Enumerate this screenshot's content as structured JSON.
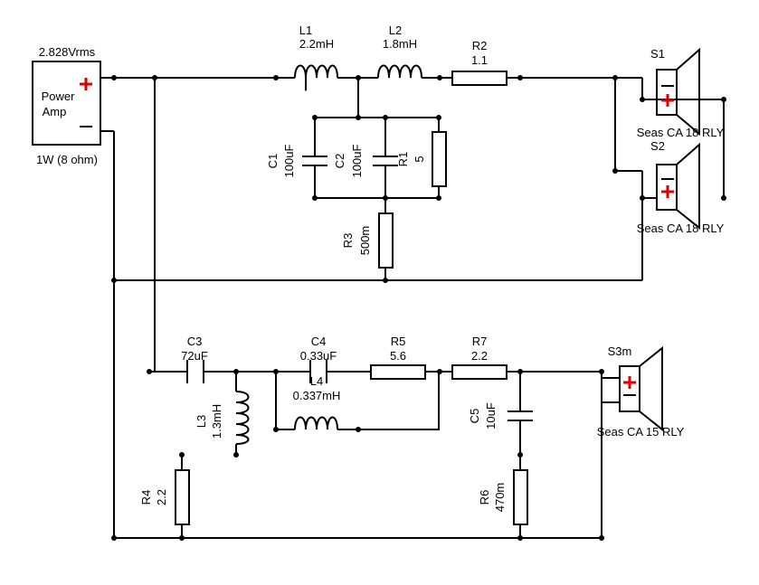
{
  "amp": {
    "voltage": "2.828Vrms",
    "name_line1": "Power",
    "name_line2": "Amp",
    "rating": "1W (8 ohm)"
  },
  "components": {
    "L1": {
      "ref": "L1",
      "value": "2.2mH"
    },
    "L2": {
      "ref": "L2",
      "value": "1.8mH"
    },
    "R2": {
      "ref": "R2",
      "value": "1.1"
    },
    "C1": {
      "ref": "C1",
      "value": "100uF"
    },
    "C2": {
      "ref": "C2",
      "value": "100uF"
    },
    "R1": {
      "ref": "R1",
      "value": "5"
    },
    "R3": {
      "ref": "R3",
      "value": "500m"
    },
    "C3": {
      "ref": "C3",
      "value": "72uF"
    },
    "L3": {
      "ref": "L3",
      "value": "1.3mH"
    },
    "C4": {
      "ref": "C4",
      "value": "0.33uF"
    },
    "L4": {
      "ref": "L4",
      "value": "0.337mH"
    },
    "R5": {
      "ref": "R5",
      "value": "5.6"
    },
    "R7": {
      "ref": "R7",
      "value": "2.2"
    },
    "C5": {
      "ref": "C5",
      "value": "10uF"
    },
    "R6": {
      "ref": "R6",
      "value": "470m"
    },
    "R4": {
      "ref": "R4",
      "value": "2.2"
    }
  },
  "speakers": {
    "S1": {
      "ref": "S1",
      "model": "Seas CA 18 RLY"
    },
    "S2": {
      "ref": "S2",
      "model": "Seas CA 18 RLY"
    },
    "S3": {
      "ref": "S3m",
      "model": "Seas CA 15 RLY"
    }
  },
  "colors": {
    "wire": "#000000",
    "polarity": "#e00000",
    "background": "#ffffff"
  }
}
